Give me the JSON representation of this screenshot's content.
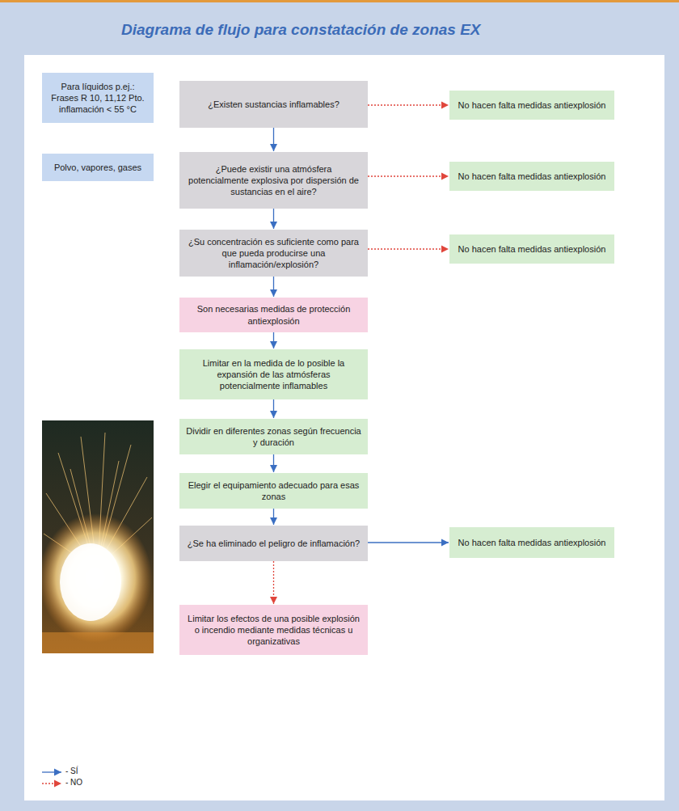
{
  "diagram": {
    "title": "Diagrama de flujo para constatación de zonas EX",
    "nodes": [
      {
        "text": [
          "Para líquidos p.ej.: Frases R 10, 11,12 Pto. inflamación < 55 °C"
        ]
      },
      {
        "text": [
          "¿Existen sustancias inflamables?"
        ]
      },
      {
        "text": [
          "No hacen falta medidas antiexplosión"
        ]
      },
      {
        "text": [
          "Polvo, vapores, gases"
        ]
      },
      {
        "text": [
          "¿Puede existir una atmósfera potencialmente explosiva por dispersión de sustancias en el aire?"
        ]
      },
      {
        "text": [
          "No hacen falta medidas antiexplosión"
        ]
      },
      {
        "text": [
          "¿Su concentración es suficiente como para que pueda producirse una inflamación/explosión?"
        ]
      },
      {
        "text": [
          "No hacen falta medidas antiexplosión"
        ]
      },
      {
        "text": [
          "Son necesarias medidas de protección antiexplosión"
        ]
      },
      {
        "text": [
          "Limitar en la medida de lo posible la expansión de las atmósferas potencialmente inflamables"
        ]
      },
      {
        "text": [
          "Dividir en diferentes zonas según frecuencia y duración"
        ]
      },
      {
        "text": [
          "Elegir el equipamiento adecuado para esas zonas"
        ]
      },
      {
        "text": [
          "¿Se ha eliminado el peligro de inflamación?"
        ]
      },
      {
        "text": [
          "No hacen falta medidas antiexplosión"
        ]
      },
      {
        "text": [
          "Limitar los efectos de una posible explosión o incendio mediante medidas técnicas u organizativas"
        ]
      }
    ],
    "edges": [
      {
        "from": 1,
        "to": 2,
        "arrow": "to"
      },
      {
        "from": 1,
        "to": 4,
        "arrow": "to"
      },
      {
        "from": 4,
        "to": 5,
        "arrow": "to"
      },
      {
        "from": 4,
        "to": 6,
        "arrow": "to"
      },
      {
        "from": 6,
        "to": 7,
        "arrow": "to"
      },
      {
        "from": 6,
        "to": 8,
        "arrow": "to"
      },
      {
        "from": 8,
        "to": 9,
        "arrow": "to"
      },
      {
        "from": 9,
        "to": 10,
        "arrow": "to"
      },
      {
        "from": 10,
        "to": 11,
        "arrow": "to"
      },
      {
        "from": 11,
        "to": 12,
        "arrow": "to"
      },
      {
        "from": 12,
        "to": 13,
        "arrow": "to"
      },
      {
        "from": 12,
        "to": 14,
        "arrow": "to"
      }
    ],
    "legend": [
      {
        "text": "- SÍ"
      },
      {
        "text": "- NO"
      }
    ]
  }
}
